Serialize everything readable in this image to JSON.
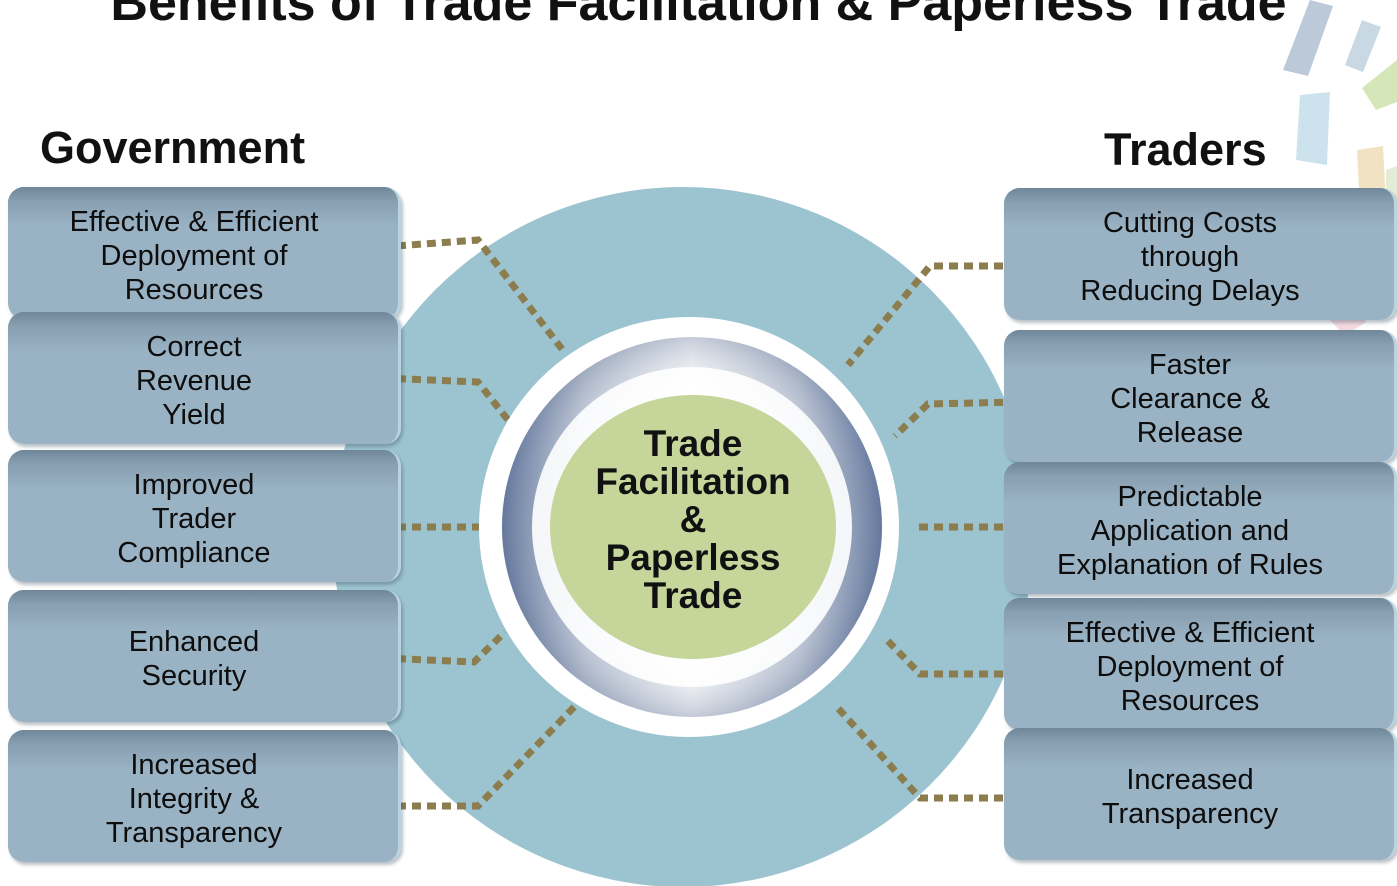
{
  "title": "Benefits of Trade Facilitation & Paperless Trade",
  "hub": "Trade\nFacilitation\n&\nPaperless\nTrade",
  "government": {
    "heading": "Government",
    "items": [
      "Effective & Efficient\nDeployment of\nResources",
      "Correct\nRevenue\nYield",
      "Improved\nTrader\nCompliance",
      "Enhanced\nSecurity",
      "Increased\nIntegrity &\nTransparency"
    ]
  },
  "traders": {
    "heading": "Traders",
    "items": [
      "Cutting Costs\nthrough\nReducing Delays",
      "Faster\nClearance &\nRelease",
      "Predictable\nApplication and\nExplanation of Rules",
      "Effective & Efficient\nDeployment of\nResources",
      "Increased\nTransparency"
    ]
  },
  "colors": {
    "background": "#ffffff",
    "big_circle": "#9cc4d0",
    "hub_fill": "#c6d59a",
    "ring_dark": "#6a7ea3",
    "ring_light": "#ffffff",
    "box_fill": "#9ab3c4",
    "connector": "#8b7d4e",
    "text": "#111111"
  }
}
